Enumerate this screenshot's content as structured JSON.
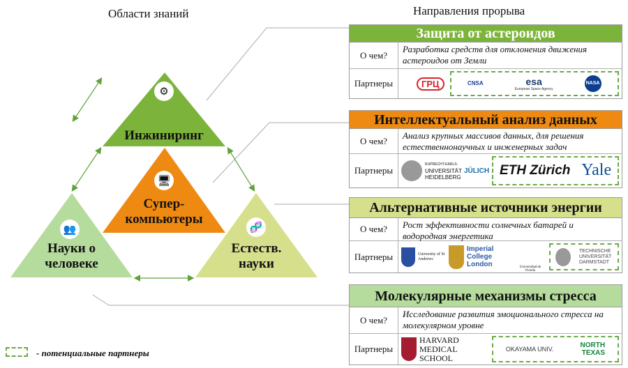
{
  "left_title": "Области знаний",
  "right_title": "Направления прорыва",
  "areas": {
    "engineering": {
      "label": "Инжиниринг",
      "icon": "gears-icon",
      "color": "#7cb33a"
    },
    "supercomputers": {
      "label_line1": "Супер-",
      "label_line2": "компьютеры",
      "icon": "computer-icon",
      "color": "#ee8a12"
    },
    "human_sciences": {
      "label_line1": "Науки о",
      "label_line2": "человеке",
      "icon": "people-icon",
      "color": "#b5dc9c"
    },
    "natural_sciences": {
      "label_line1": "Естеств.",
      "label_line2": "науки",
      "icon": "dna-icon",
      "color": "#d6e08c"
    }
  },
  "row_labels": {
    "about": "О чем?",
    "partners": "Партнеры"
  },
  "directions": [
    {
      "title": "Защита от астероидов",
      "color": "#7cb33a",
      "title_color": "#ffffff",
      "description": "Разработка средств для отклонения движения астероидов от Земли",
      "partners": [
        "ГРЦ"
      ],
      "potential_partners": [
        "CNSA",
        "esa",
        "NASA"
      ],
      "esa_sub": "European Space Agency"
    },
    {
      "title": "Интеллектуальный анализ данных",
      "color": "#ee8a12",
      "title_color": "#111111",
      "description": "Анализ крупных массивов данных, для решения естественнонаучных и инженерных задач",
      "partners": [
        "UNIVERSITÄT HEIDELBERG",
        "JÜLICH"
      ],
      "potential_partners": [
        "ETH Zürich",
        "Yale"
      ],
      "heidelberg_sub": "RUPRECHT-KARLS-"
    },
    {
      "title": "Альтернативные источники энергии",
      "color": "#d6e08c",
      "title_color": "#111111",
      "description": "Рост эффективности солнечных батарей и водородная энергетика",
      "partners": [
        "University of St Andrews",
        "Imperial College London",
        "Universidad de Oviedo"
      ],
      "potential_partners": [
        "TECHNISCHE UNIVERSITÄT DARMSTADT"
      ]
    },
    {
      "title": "Молекулярные механизмы стресса",
      "color": "#b5dc9c",
      "title_color": "#111111",
      "description": "Исследование развития эмоционального стресса на молекулярном уровне",
      "partners": [
        "HARVARD MEDICAL SCHOOL"
      ],
      "potential_partners": [
        "OKAYAMA UNIV.",
        "NORTH TEXAS"
      ]
    }
  ],
  "legend": "- потенциальные партнеры"
}
